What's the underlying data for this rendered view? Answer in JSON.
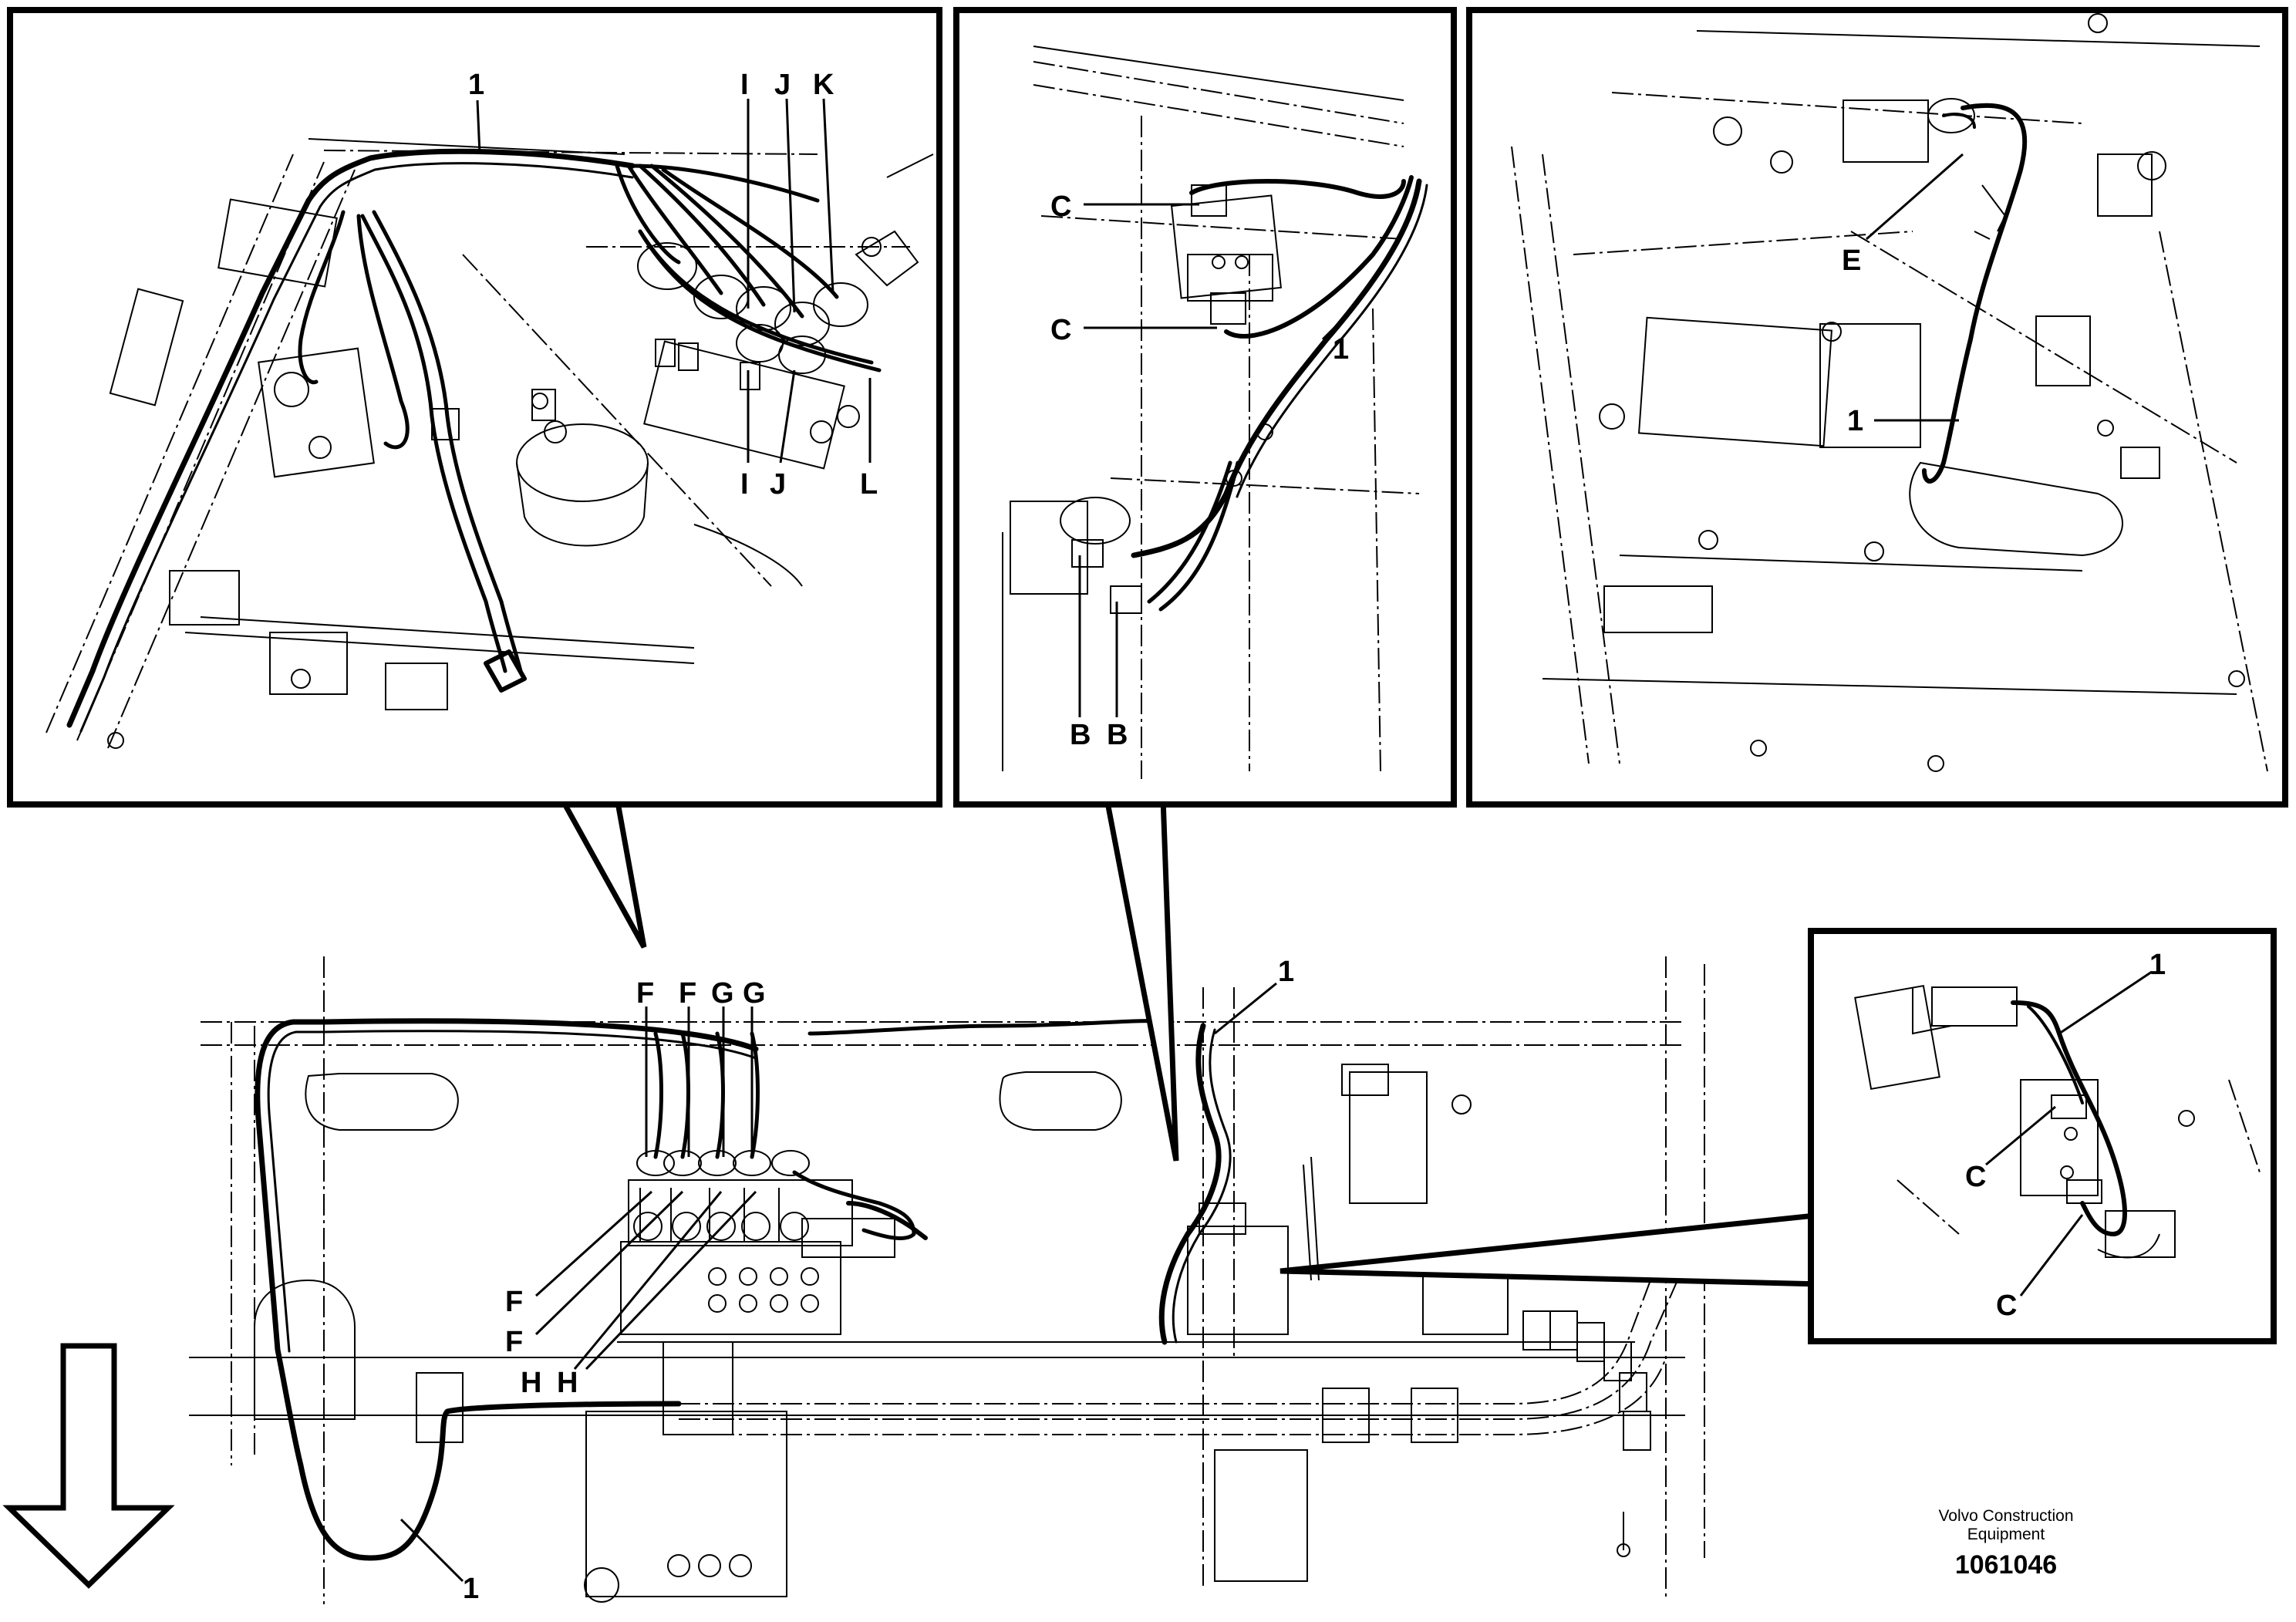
{
  "footer": {
    "company_line1": "Volvo Construction",
    "company_line2": "Equipment",
    "drawing_number": "1061046"
  },
  "labels": {
    "one": "1",
    "B": "B",
    "C": "C",
    "E": "E",
    "F": "F",
    "G": "G",
    "H": "H",
    "I": "I",
    "J": "J",
    "K": "K",
    "L": "L"
  }
}
